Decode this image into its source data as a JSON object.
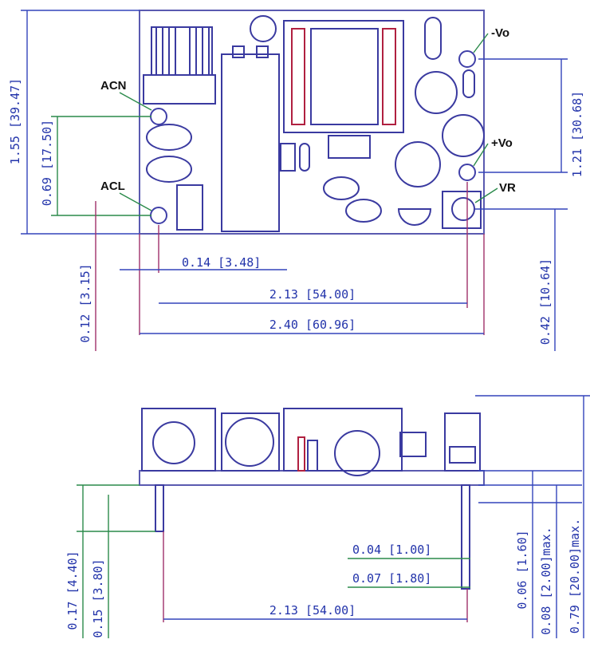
{
  "top_view": {
    "pins": {
      "acn": "ACN",
      "acl": "ACL",
      "neg_vo": "-Vo",
      "pos_vo": "+Vo",
      "vr": "VR"
    },
    "dims": {
      "height": "1.55 [39.47]",
      "acn_acl": "0.69 [17.50]",
      "acl_offset": "0.12 [3.15]",
      "pin_inset": "0.14 [3.48]",
      "pin_span": "2.13 [54.00]",
      "length": "2.40 [60.96]",
      "vo_span": "1.21 [30.68]",
      "vr_offset": "0.42 [10.64]"
    }
  },
  "side_view": {
    "dims": {
      "pin_dia": "0.04 [1.00]",
      "pin_shoulder": "0.07 [1.80]",
      "pin_span": "2.13 [54.00]",
      "pin_len_a": "0.17 [4.40]",
      "pin_len_b": "0.15 [3.80]",
      "board": "0.06 [1.60]",
      "standoff": "0.08 [2.00]max.",
      "height": "0.79 [20.00]max."
    }
  }
}
